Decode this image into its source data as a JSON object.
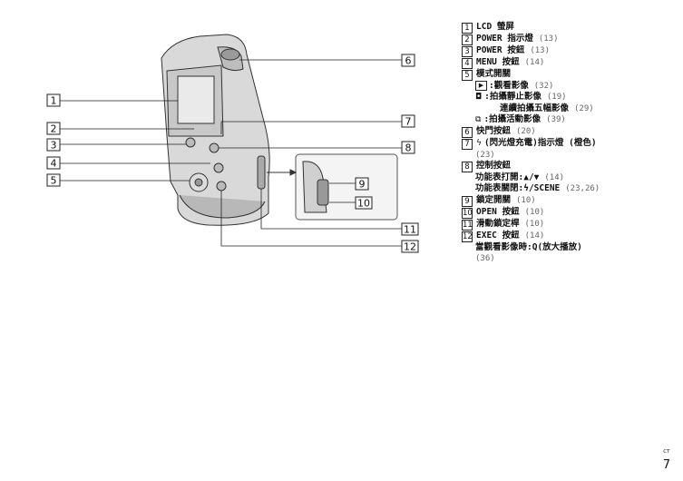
{
  "callouts": [
    "1",
    "2",
    "3",
    "4",
    "5",
    "6",
    "7",
    "8",
    "9",
    "10",
    "11",
    "12"
  ],
  "parts": [
    {
      "num": "1",
      "label": "LCD 螢屏",
      "ref": ""
    },
    {
      "num": "2",
      "label": "POWER 指示燈",
      "ref": "(13)"
    },
    {
      "num": "3",
      "label": "POWER 按鈕",
      "ref": "(13)"
    },
    {
      "num": "4",
      "label": "MENU 按鈕",
      "ref": "(14)"
    },
    {
      "num": "5",
      "label": "模式開關",
      "ref": ""
    },
    {
      "num": "6",
      "label": "快門按鈕",
      "ref": "(20)"
    },
    {
      "num": "7",
      "label": "(閃光燈充電)指示燈 (橙色)",
      "ref": "(23)"
    },
    {
      "num": "8",
      "label": "控制按鈕",
      "ref": ""
    },
    {
      "num": "9",
      "label": "鎖定開關",
      "ref": "(10)"
    },
    {
      "num": "10",
      "label": "OPEN 按鈕",
      "ref": "(10)"
    },
    {
      "num": "11",
      "label": "滑動鎖定桿",
      "ref": "(10)"
    },
    {
      "num": "12",
      "label": "EXEC 按鈕",
      "ref": "(14)"
    }
  ],
  "mode_switch": {
    "play_label": ":觀看影像",
    "play_ref": "(32)",
    "still_label": ":拍攝靜止影像",
    "still_ref": "(19)",
    "burst_label": "連續拍攝五幅影像",
    "burst_ref": "(29)",
    "movie_label": ":拍攝活動影像",
    "movie_ref": "(39)"
  },
  "control": {
    "menu_on": "功能表打開:▲/▼",
    "menu_on_ref": "(14)",
    "menu_off": "功能表關閉:ϟ/SCENE",
    "menu_off_ref": "(23,26)"
  },
  "exec_note": {
    "text": "當觀看影像時:Q(放大播放)",
    "ref": "(36)"
  },
  "icons": {
    "flash": "ϟ",
    "play": "▶",
    "camera": "◘",
    "movie": "⧉"
  },
  "page": {
    "region": "CT",
    "number": "7"
  }
}
